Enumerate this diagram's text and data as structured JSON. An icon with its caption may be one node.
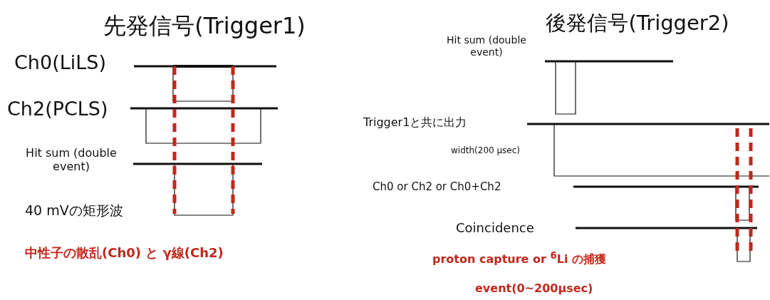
{
  "diagram": {
    "labels": [
      "先発信号(Trigger1)",
      "Ch0(LiLS)",
      "Ch2(PCLS)",
      "Hit sum (double event)",
      "40 mVの矩形波",
      "中性子の散乱(Ch0) と γ線(Ch2)",
      "後発信号(Trigger2)",
      "Hit sum (double event)",
      "Trigger1と共に出力",
      "width(200 µsec)",
      "Ch0 or Ch2 or Ch0+Ch2",
      "Coincidence",
      "proton capture or $^{6}$Li の捕獲",
      "event(0~200μsec)"
    ]
  }
}
